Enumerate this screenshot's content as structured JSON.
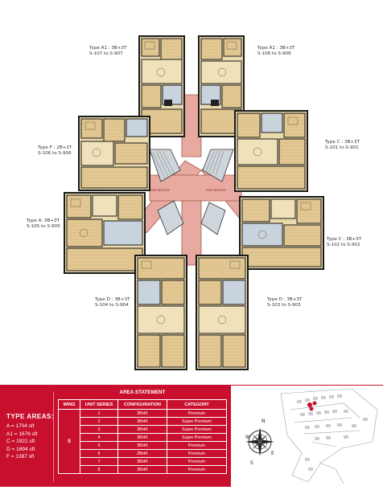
{
  "plan_labels": [
    {
      "id": "a1_left",
      "lines": [
        "Type A1 : 3B+3T",
        "S-107 to S-907"
      ]
    },
    {
      "id": "a1_right",
      "lines": [
        "Type A1 : 3B+3T",
        "S-108 to S-908"
      ]
    },
    {
      "id": "f_left",
      "lines": [
        "Type F : 2B+2T",
        "S-106 to S-906"
      ]
    },
    {
      "id": "c_right_top",
      "lines": [
        "Type C : 3B+3T",
        "S-101 to S-901"
      ]
    },
    {
      "id": "a_left",
      "lines": [
        "Type A: 3B+3T",
        "S-105 to S-905"
      ]
    },
    {
      "id": "c_right_bottom",
      "lines": [
        "Type C : 3B+3T",
        "S-102 to S-902"
      ]
    },
    {
      "id": "d_left",
      "lines": [
        "Type D : 3B+3T",
        "S-104 to S-904"
      ]
    },
    {
      "id": "d_right",
      "lines": [
        "Type D : 3B+3T",
        "S-103 to S-903"
      ]
    }
  ],
  "type_areas": {
    "title": "TYPE AREAS:",
    "rows": [
      "A = 1704 sft",
      "A1 = 1676 sft",
      "C = 1921 sft",
      "D = 1894 sft",
      "F = 1387 sft"
    ]
  },
  "area_statement": {
    "title": "AREA STATEMENT",
    "columns": [
      "WING",
      "UNIT SERIES",
      "CONFIGURATION",
      "CATEGORY"
    ],
    "wing": "S",
    "rows": [
      {
        "unit": "1",
        "config": "3BHK",
        "category": "Premium"
      },
      {
        "unit": "2",
        "config": "3BHK",
        "category": "Super Premium"
      },
      {
        "unit": "3",
        "config": "3BHK",
        "category": "Super Premium"
      },
      {
        "unit": "4",
        "config": "3BHK",
        "category": "Super Premium"
      },
      {
        "unit": "5",
        "config": "3BHK",
        "category": "Premium"
      },
      {
        "unit": "6",
        "config": "2BHK",
        "category": "Premium"
      },
      {
        "unit": "7",
        "config": "3BHK",
        "category": "Premium"
      },
      {
        "unit": "8",
        "config": "3BHK",
        "category": "Premium"
      }
    ]
  },
  "compass": {
    "n": "N",
    "s": "S",
    "e": "E",
    "w": "W"
  },
  "colors": {
    "accent": "#c8102e",
    "wall": "#1a1a1a",
    "floor": "#e9d6a6",
    "corridor": "#e7a9a0",
    "terrace": "#b9c7d8"
  }
}
